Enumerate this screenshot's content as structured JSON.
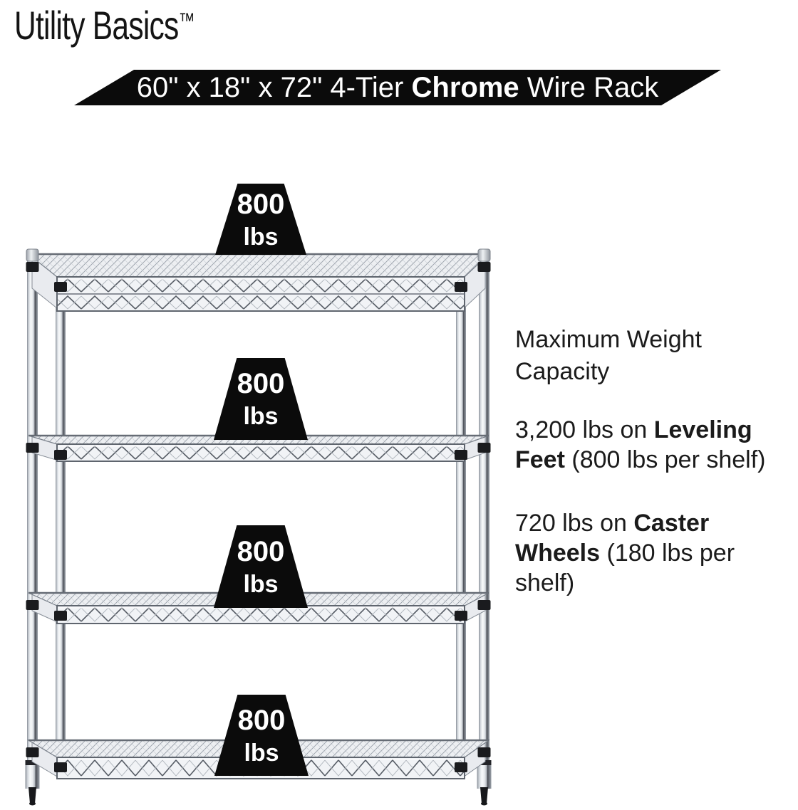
{
  "brand": {
    "name": "Utility Basics",
    "trademark": "™"
  },
  "banner": {
    "prefix": "60\" x 18\" x 72\" 4-Tier ",
    "highlight": "Chrome",
    "suffix": " Wire Rack",
    "bg": "#0b0b0b",
    "text_color": "#ffffff"
  },
  "weight_badge": {
    "value": "800",
    "unit": "lbs",
    "shape": "trapezoid-weight-icon",
    "bg": "#0b0b0b",
    "text_color": "#ffffff"
  },
  "rack": {
    "tiers": 4,
    "finish_label": "chrome wire rack",
    "illustration": "4-tier-chrome-wire-shelving-with-leveling-feet"
  },
  "info_panel": {
    "heading": "Maximum Weight Capacity",
    "items": [
      {
        "prefix": "3,200 lbs on ",
        "bold": "Leveling Feet",
        "suffix": " (800 lbs per shelf)"
      },
      {
        "prefix": "720 lbs on ",
        "bold": "Caster Wheels",
        "suffix": " (180 lbs per shelf)"
      }
    ]
  },
  "colors": {
    "background": "#ffffff",
    "text": "#1b1b1b",
    "banner_bg": "#0b0b0b",
    "chrome_light": "#eef0f3",
    "chrome_mid": "#c7ccd3",
    "chrome_dark": "#565c65",
    "collar_black": "#1a1b1e"
  }
}
